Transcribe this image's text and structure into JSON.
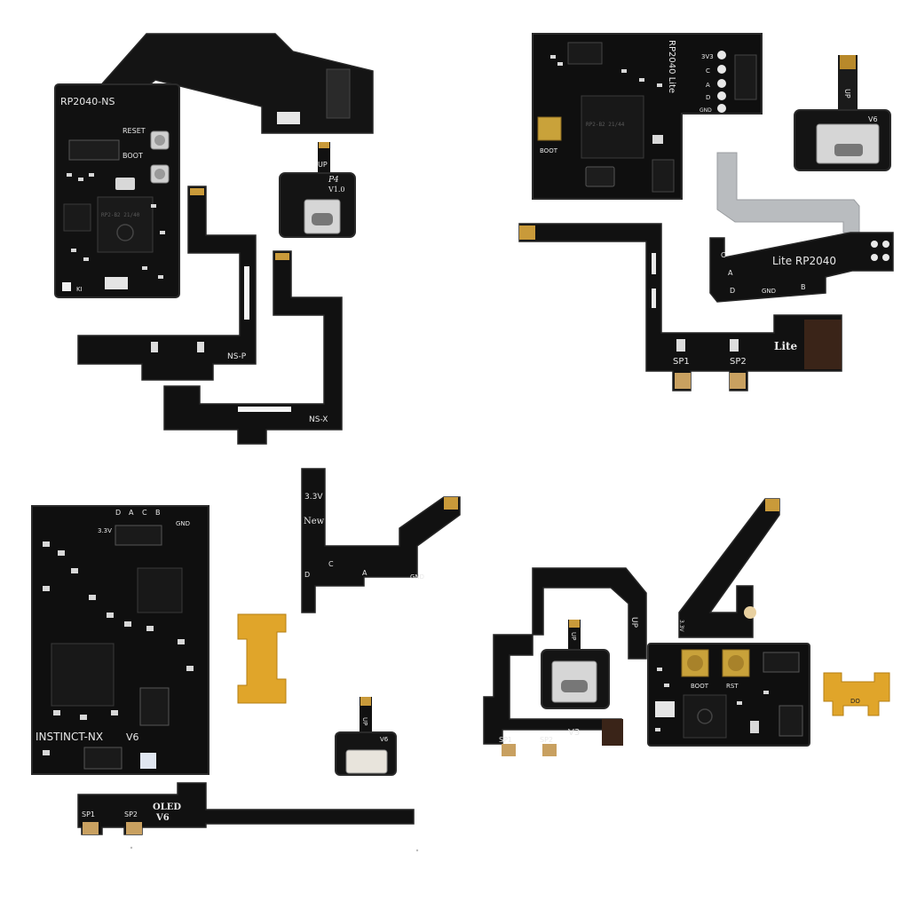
{
  "colors": {
    "background": "#ffffff",
    "pcb": "#111111",
    "pcb_edge": "#262626",
    "silkscreen": "#e8e8e8",
    "gold": "#c99a3a",
    "flex_amber": "#e0a52a",
    "grey_flex": "#b9bcbf",
    "usb_metal": "#d6d6d6"
  },
  "kit_top_left": {
    "board_label": "RP2040-NS",
    "reset_label": "RESET",
    "boot_label": "BOOT",
    "usb_flex_label": "UP",
    "usb_version": "V1.0",
    "usb_brand": "P4",
    "flex_p_label": "NS-P",
    "flex_x_label": "NS-X",
    "mcu_text": "RP2-B2 21/40",
    "corner_label": "KI"
  },
  "kit_top_right": {
    "board_label": "RP2040 Lite",
    "pin_labels": [
      "3V3",
      "C",
      "A",
      "D",
      "GND"
    ],
    "boot_label": "BOOT",
    "mcu_text": "RP2-B2 21/44",
    "usb_flex_label": "UP",
    "usb_version": "V6",
    "grey_flex_label": "Lite RP2040",
    "pad_labels": [
      "C",
      "A",
      "D",
      "GND",
      "B"
    ],
    "flex_label": "Lite",
    "sp1_label": "SP1",
    "sp2_label": "SP2"
  },
  "kit_bottom_left": {
    "board_label": "INSTINCT-NX",
    "version": "V6",
    "pin_labels": [
      "D",
      "A",
      "C",
      "B"
    ],
    "voltage_label": "3.3V",
    "gnd_label": "GND",
    "new_flex_voltage": "3.3V",
    "new_flex_label": "New",
    "new_flex_pads": [
      "D",
      "C",
      "A",
      "GND"
    ],
    "usb_flex_label": "UP",
    "usb_version": "V6",
    "oled_label": "OLED",
    "oled_version": "V6",
    "sp1_label": "SP1",
    "sp2_label": "SP2"
  },
  "kit_bottom_right": {
    "flex_label": "UP",
    "voltage_label": "3.3V",
    "usb_flex_label": "UP",
    "flex_version": "V3",
    "sp1_label": "SP1",
    "sp2_label": "SP2",
    "boot_label": "BOOT",
    "rst_label": "RST",
    "amber_flex_label": "DO"
  }
}
